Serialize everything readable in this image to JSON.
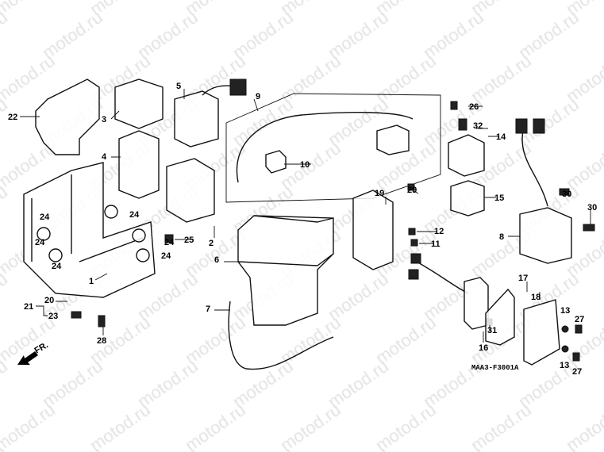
{
  "watermark": "motod.ru",
  "diagram_code": "MAA3-F3001A",
  "front_arrow_label": "FR.",
  "callouts": [
    "22",
    "3",
    "5",
    "9",
    "26",
    "32",
    "14",
    "4",
    "10",
    "19",
    "29",
    "15",
    "30",
    "30",
    "8",
    "24",
    "24",
    "24",
    "24",
    "24",
    "24",
    "25",
    "2",
    "6",
    "12",
    "11",
    "1",
    "20",
    "21",
    "23",
    "7",
    "17",
    "18",
    "13",
    "27",
    "31",
    "28",
    "16",
    "13",
    "27"
  ]
}
